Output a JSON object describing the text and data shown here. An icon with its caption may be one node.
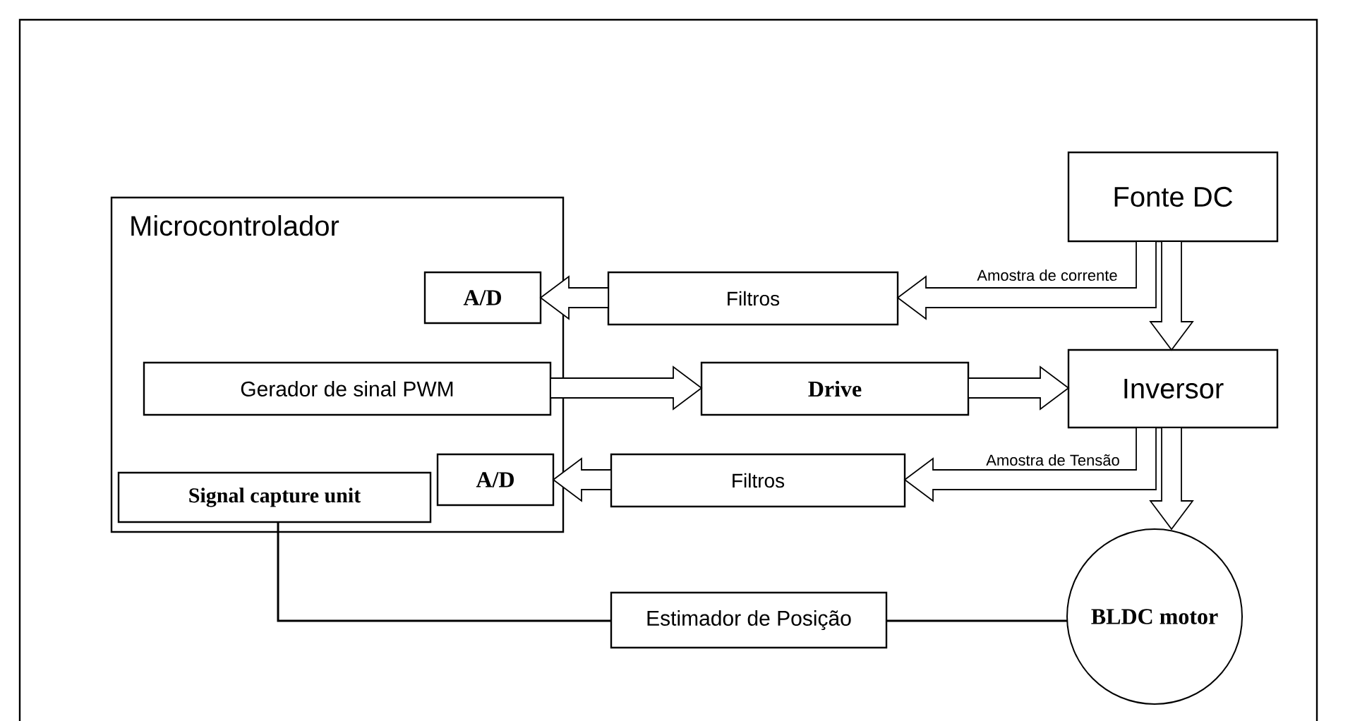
{
  "diagram": {
    "nodes": [
      {
        "text": [
          "Microcontrolador"
        ]
      },
      {
        "text": [
          "A/D"
        ],
        "in": 0
      },
      {
        "text": [
          "Gerador de sinal PWM"
        ],
        "in": 0
      },
      {
        "text": [
          "A/D"
        ],
        "in": 0
      },
      {
        "text": [
          "Signal capture unit"
        ],
        "in": 0
      },
      {
        "text": [
          "Fonte DC"
        ]
      },
      {
        "text": [
          "Filtros"
        ]
      },
      {
        "text": [
          "Drive"
        ]
      },
      {
        "text": [
          "Inversor"
        ]
      },
      {
        "text": [
          "Filtros"
        ]
      },
      {
        "text": [
          "Estimador de Posição"
        ]
      },
      {
        "text": [
          "BLDC motor"
        ]
      }
    ],
    "edges": [
      {
        "from": 5,
        "to": 6,
        "arrow": "to",
        "label": "Amostra de corrente"
      },
      {
        "from": 6,
        "to": 1,
        "arrow": "to"
      },
      {
        "from": 2,
        "to": 7,
        "arrow": "to"
      },
      {
        "from": 7,
        "to": 8,
        "arrow": "to"
      },
      {
        "from": 5,
        "to": 8,
        "arrow": "to"
      },
      {
        "from": 8,
        "to": 9,
        "arrow": "to",
        "label": "Amostra de Tensão"
      },
      {
        "from": 9,
        "to": 3,
        "arrow": "to"
      },
      {
        "from": 8,
        "to": 11,
        "arrow": "to"
      },
      {
        "from": 11,
        "to": 10,
        "arrow": "none"
      },
      {
        "from": 10,
        "to": 4,
        "arrow": "none"
      }
    ]
  }
}
